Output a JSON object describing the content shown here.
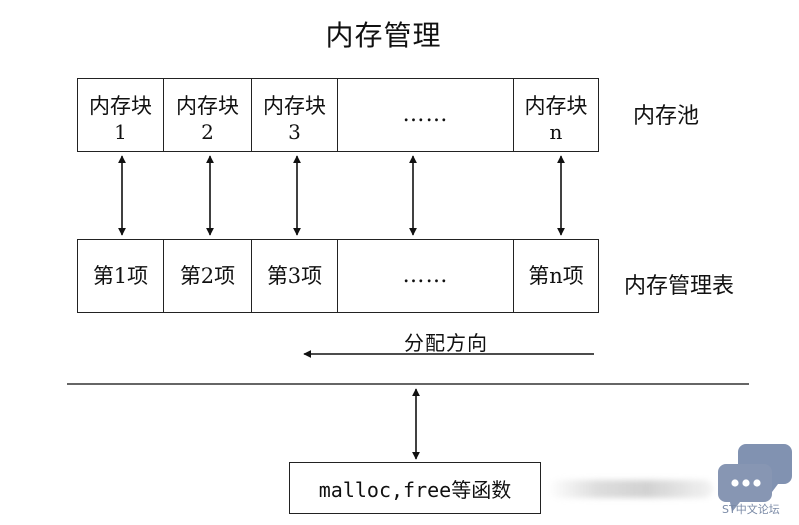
{
  "title": "内存管理",
  "pool": {
    "side_label": "内存池",
    "cells": [
      {
        "line1": "内存块",
        "line2": "1"
      },
      {
        "line1": "内存块",
        "line2": "2"
      },
      {
        "line1": "内存块",
        "line2": "3"
      },
      {
        "line1": "……",
        "line2": ""
      },
      {
        "line1": "内存块",
        "line2": "n"
      }
    ]
  },
  "table": {
    "side_label": "内存管理表",
    "cells": [
      "第1项",
      "第2项",
      "第3项",
      "……",
      "第n项"
    ]
  },
  "direction_label": "分配方向",
  "functions_label": "malloc,free等函数",
  "watermark": {
    "text": "ST中文论坛",
    "icon": "chat-bubbles-icon",
    "color": "#8796b3"
  }
}
